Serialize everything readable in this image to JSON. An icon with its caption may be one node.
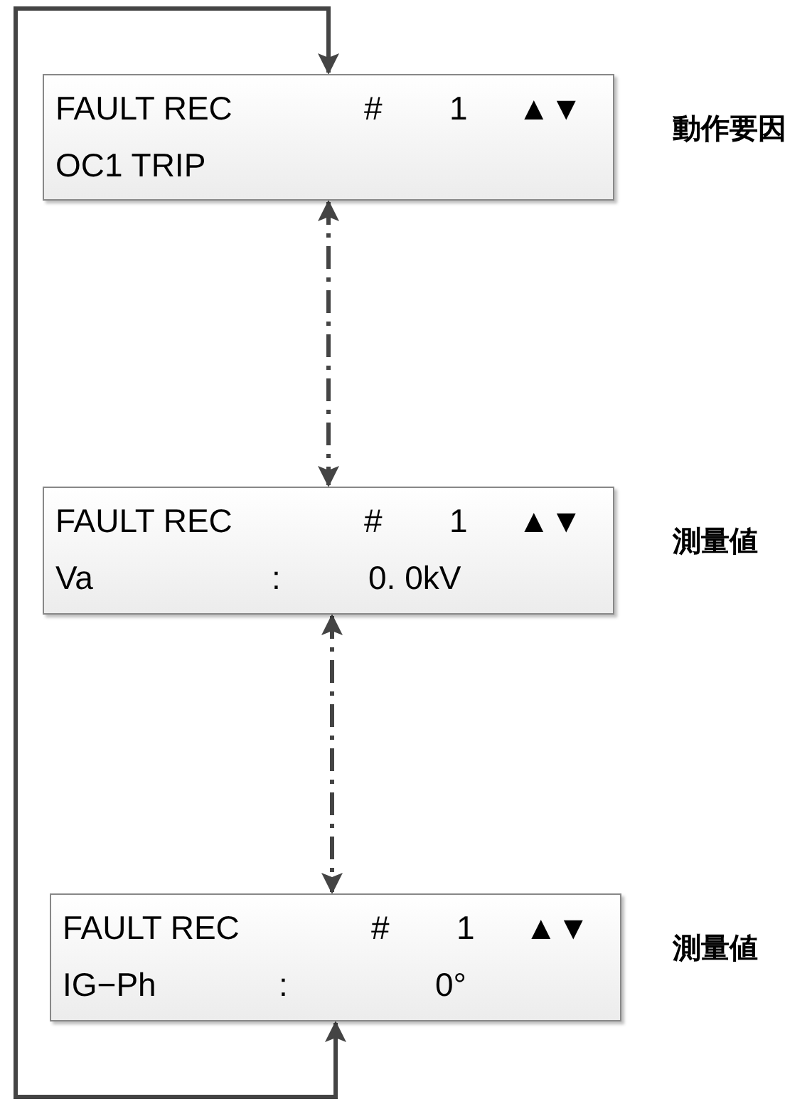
{
  "diagram": {
    "nodes": [
      {
        "text": [
          "FAULT REC",
          "#",
          "1",
          "▲▼",
          "OC1 TRIP"
        ],
        "beside": [
          "動作要因"
        ]
      },
      {
        "text": [
          "FAULT REC",
          "#",
          "1",
          "▲▼",
          "Va",
          ":",
          "0. 0kV"
        ],
        "beside": [
          "測量値"
        ]
      },
      {
        "text": [
          "FAULT REC",
          "#",
          "1",
          "▲▼",
          "IG−Ph",
          ":",
          "0°"
        ],
        "beside": [
          "測量値"
        ]
      }
    ],
    "edges": [
      {
        "from": 2,
        "to": 0,
        "arrow": "both"
      },
      {
        "from": 0,
        "to": 1,
        "arrow": "both",
        "style": "dashed"
      },
      {
        "from": 1,
        "to": 2,
        "arrow": "both",
        "style": "dashed"
      }
    ]
  }
}
